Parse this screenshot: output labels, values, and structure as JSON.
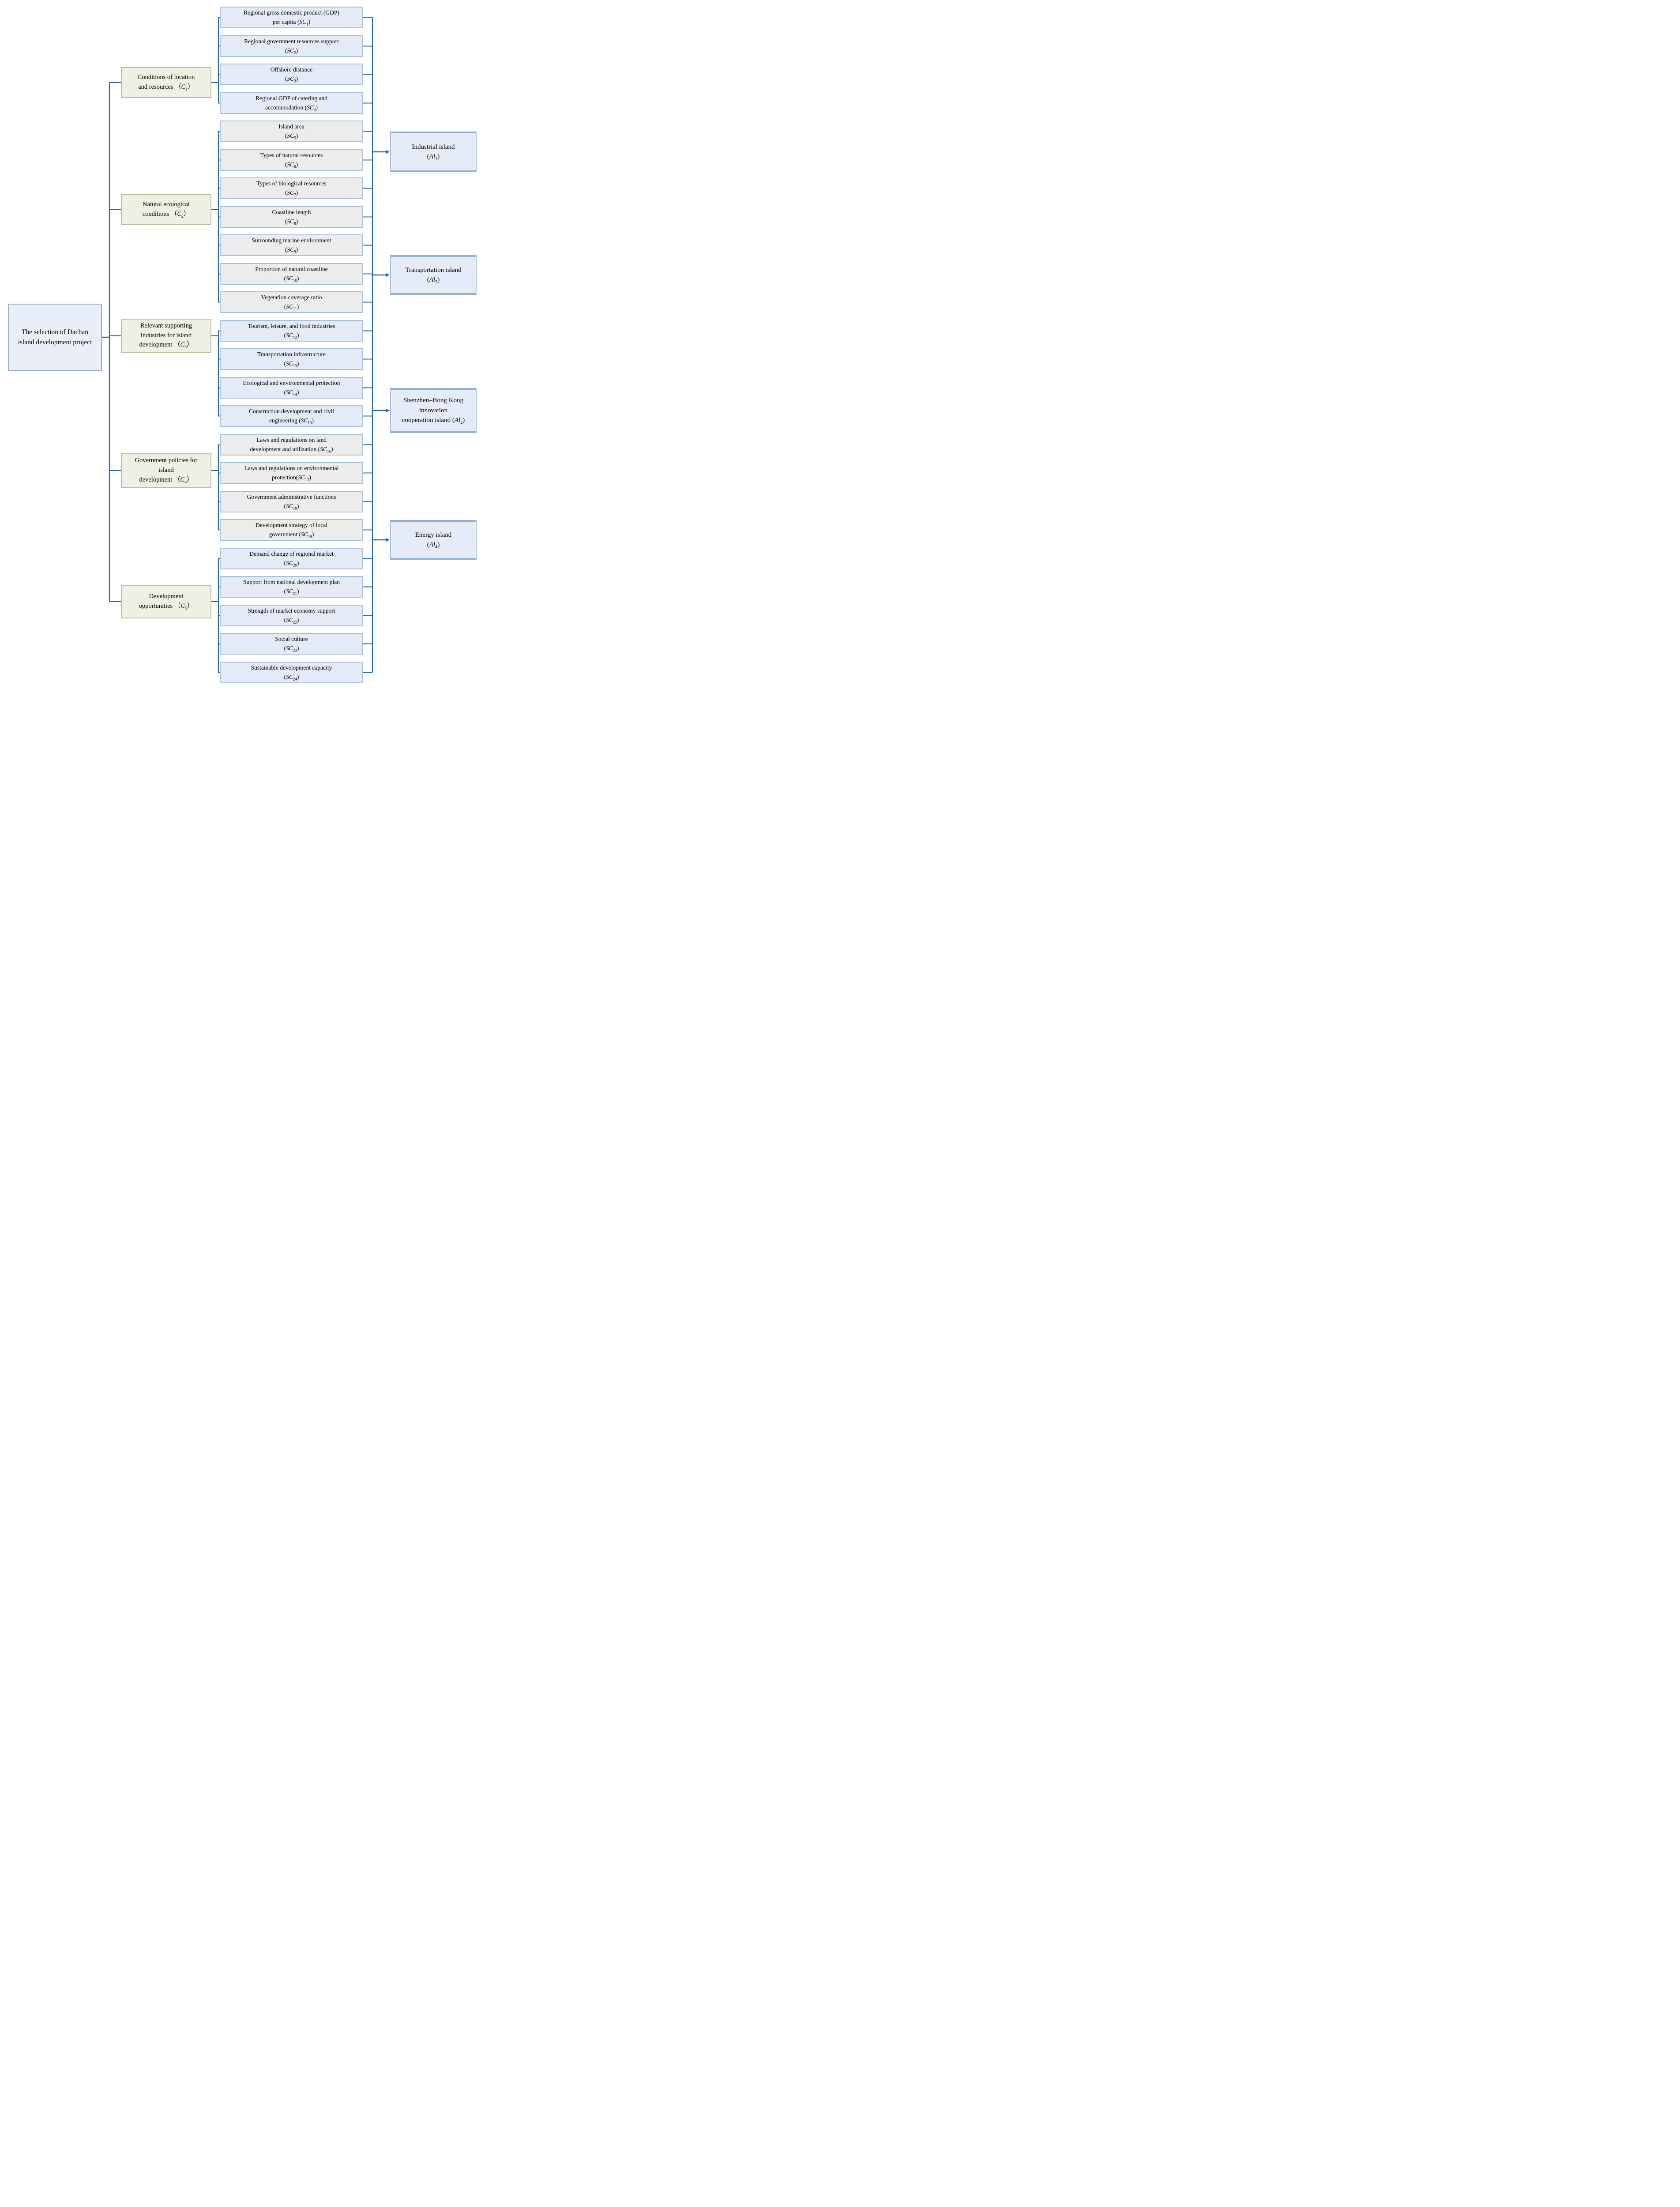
{
  "goal": {
    "id": "Goal",
    "lines": [
      "The selection of Dachan",
      "island development project"
    ]
  },
  "criteria": [
    {
      "id": "C1",
      "sym": "C",
      "idx": "1",
      "lines": [
        "Conditions of location",
        "and resources @"
      ]
    },
    {
      "id": "C2",
      "sym": "C",
      "idx": "2",
      "lines": [
        "Natural ecological",
        "conditions @"
      ]
    },
    {
      "id": "C3",
      "sym": "C",
      "idx": "3",
      "lines": [
        "Relevant supporting",
        "industries for island",
        "development @"
      ]
    },
    {
      "id": "C4",
      "sym": "C",
      "idx": "4",
      "lines": [
        "Government policies for",
        "island",
        "development @"
      ]
    },
    {
      "id": "C5",
      "sym": "C",
      "idx": "5",
      "lines": [
        "Development",
        "opportunities @"
      ]
    }
  ],
  "subcriteria": [
    {
      "id": "SC1",
      "sym": "SC",
      "idx": "1",
      "tone": "blue",
      "group": "C1",
      "lines": [
        "Regional gross domestic product (GDP)",
        "per capita @"
      ]
    },
    {
      "id": "SC2",
      "sym": "SC",
      "idx": "2",
      "tone": "blue",
      "group": "C1",
      "lines": [
        "Regional government resources support",
        "@"
      ]
    },
    {
      "id": "SC3",
      "sym": "SC",
      "idx": "3",
      "tone": "blue",
      "group": "C1",
      "lines": [
        "Offshore distance",
        "@"
      ]
    },
    {
      "id": "SC4",
      "sym": "SC",
      "idx": "4",
      "tone": "blue",
      "group": "C1",
      "lines": [
        "Regional GDP of catering and",
        "accommodation @"
      ]
    },
    {
      "id": "SC5",
      "sym": "SC",
      "idx": "5",
      "tone": "gray",
      "group": "C2",
      "lines": [
        "Island area",
        "@"
      ]
    },
    {
      "id": "SC6",
      "sym": "SC",
      "idx": "6",
      "tone": "gray",
      "group": "C2",
      "lines": [
        "Types of natural resources",
        "@"
      ]
    },
    {
      "id": "SC7",
      "sym": "SC",
      "idx": "7",
      "tone": "gray",
      "group": "C2",
      "lines": [
        "Types of biological resources",
        "@"
      ]
    },
    {
      "id": "SC8",
      "sym": "SC",
      "idx": "8",
      "tone": "gray",
      "group": "C2",
      "lines": [
        "Coastline length",
        "@"
      ]
    },
    {
      "id": "SC9",
      "sym": "SC",
      "idx": "9",
      "tone": "gray",
      "group": "C2",
      "lines": [
        "Surrounding marine environment",
        "@"
      ]
    },
    {
      "id": "SC10",
      "sym": "SC",
      "idx": "10",
      "tone": "gray",
      "group": "C2",
      "lines": [
        "Proportion of natural coastline",
        "@"
      ]
    },
    {
      "id": "SC11",
      "sym": "SC",
      "idx": "11",
      "tone": "gray",
      "group": "C2",
      "lines": [
        "Vegetation coverage ratio",
        "@"
      ]
    },
    {
      "id": "SC12",
      "sym": "SC",
      "idx": "12",
      "tone": "blue",
      "group": "C3",
      "lines": [
        "Tourism, leisure, and food industries",
        "@"
      ]
    },
    {
      "id": "SC13",
      "sym": "SC",
      "idx": "13",
      "tone": "blue",
      "group": "C3",
      "lines": [
        "Transportation infrastructure",
        "@"
      ]
    },
    {
      "id": "SC14",
      "sym": "SC",
      "idx": "14",
      "tone": "blue",
      "group": "C3",
      "lines": [
        "Ecological and environmental protection",
        "@"
      ]
    },
    {
      "id": "SC15",
      "sym": "SC",
      "idx": "15",
      "tone": "blue",
      "group": "C3",
      "lines": [
        "Construction development and civil",
        "engineering @"
      ]
    },
    {
      "id": "SC16",
      "sym": "SC",
      "idx": "16",
      "tone": "gray",
      "group": "C4",
      "lines": [
        "Laws and regulations on land",
        "development and utilization @"
      ]
    },
    {
      "id": "SC17",
      "sym": "SC",
      "idx": "17",
      "tone": "gray",
      "group": "C4",
      "lines": [
        "Laws and regulations on environmental",
        "protection@"
      ]
    },
    {
      "id": "SC18",
      "sym": "SC",
      "idx": "18",
      "tone": "gray",
      "group": "C4",
      "lines": [
        "Government administrative functions",
        "@"
      ]
    },
    {
      "id": "SC19",
      "sym": "SC",
      "idx": "19",
      "tone": "gray",
      "group": "C4",
      "lines": [
        "Development strategy of local",
        "government @"
      ]
    },
    {
      "id": "SC20",
      "sym": "SC",
      "idx": "20",
      "tone": "blue",
      "group": "C5",
      "lines": [
        "Demand change of regional market",
        "@"
      ]
    },
    {
      "id": "SC21",
      "sym": "SC",
      "idx": "21",
      "tone": "blue",
      "group": "C5",
      "lines": [
        "Support from national development plan",
        "@"
      ]
    },
    {
      "id": "SC22",
      "sym": "SC",
      "idx": "22",
      "tone": "blue",
      "group": "C5",
      "lines": [
        "Strength of market economy support",
        "@"
      ]
    },
    {
      "id": "SC23",
      "sym": "SC",
      "idx": "23",
      "tone": "blue",
      "group": "C5",
      "lines": [
        "Social culture",
        "@"
      ]
    },
    {
      "id": "SC24",
      "sym": "SC",
      "idx": "24",
      "tone": "blue",
      "group": "C5",
      "lines": [
        "Sustainable development capacity",
        "@"
      ]
    }
  ],
  "alternatives": [
    {
      "id": "Al1",
      "sym": "Al",
      "idx": "1",
      "lines": [
        "Industrial island",
        "@"
      ]
    },
    {
      "id": "Al3",
      "sym": "Al",
      "idx": "3",
      "lines": [
        "Transportation island",
        "@"
      ]
    },
    {
      "id": "Al2",
      "sym": "Al",
      "idx": "2",
      "lines": [
        "Shenzhen–Hong Kong",
        "innovation",
        "cooperation island @"
      ]
    },
    {
      "id": "Al4",
      "sym": "Al",
      "idx": "4",
      "lines": [
        "Energy island",
        "@"
      ]
    }
  ],
  "colors": {
    "line": "#2e6b9e",
    "goal_fill": "#e9eef8",
    "goal_border": "#9db0cb",
    "crit_fill": "#f0efe3",
    "crit_border": "#bdbd96",
    "sc_blue_fill": "#e4ebf6",
    "sc_gray_fill": "#ececea",
    "sc_border": "#a9c0dc",
    "alt_fill": "#e6ecf7",
    "alt_border": "#aec2dd",
    "alt_border_strong": "#94b0d2"
  }
}
